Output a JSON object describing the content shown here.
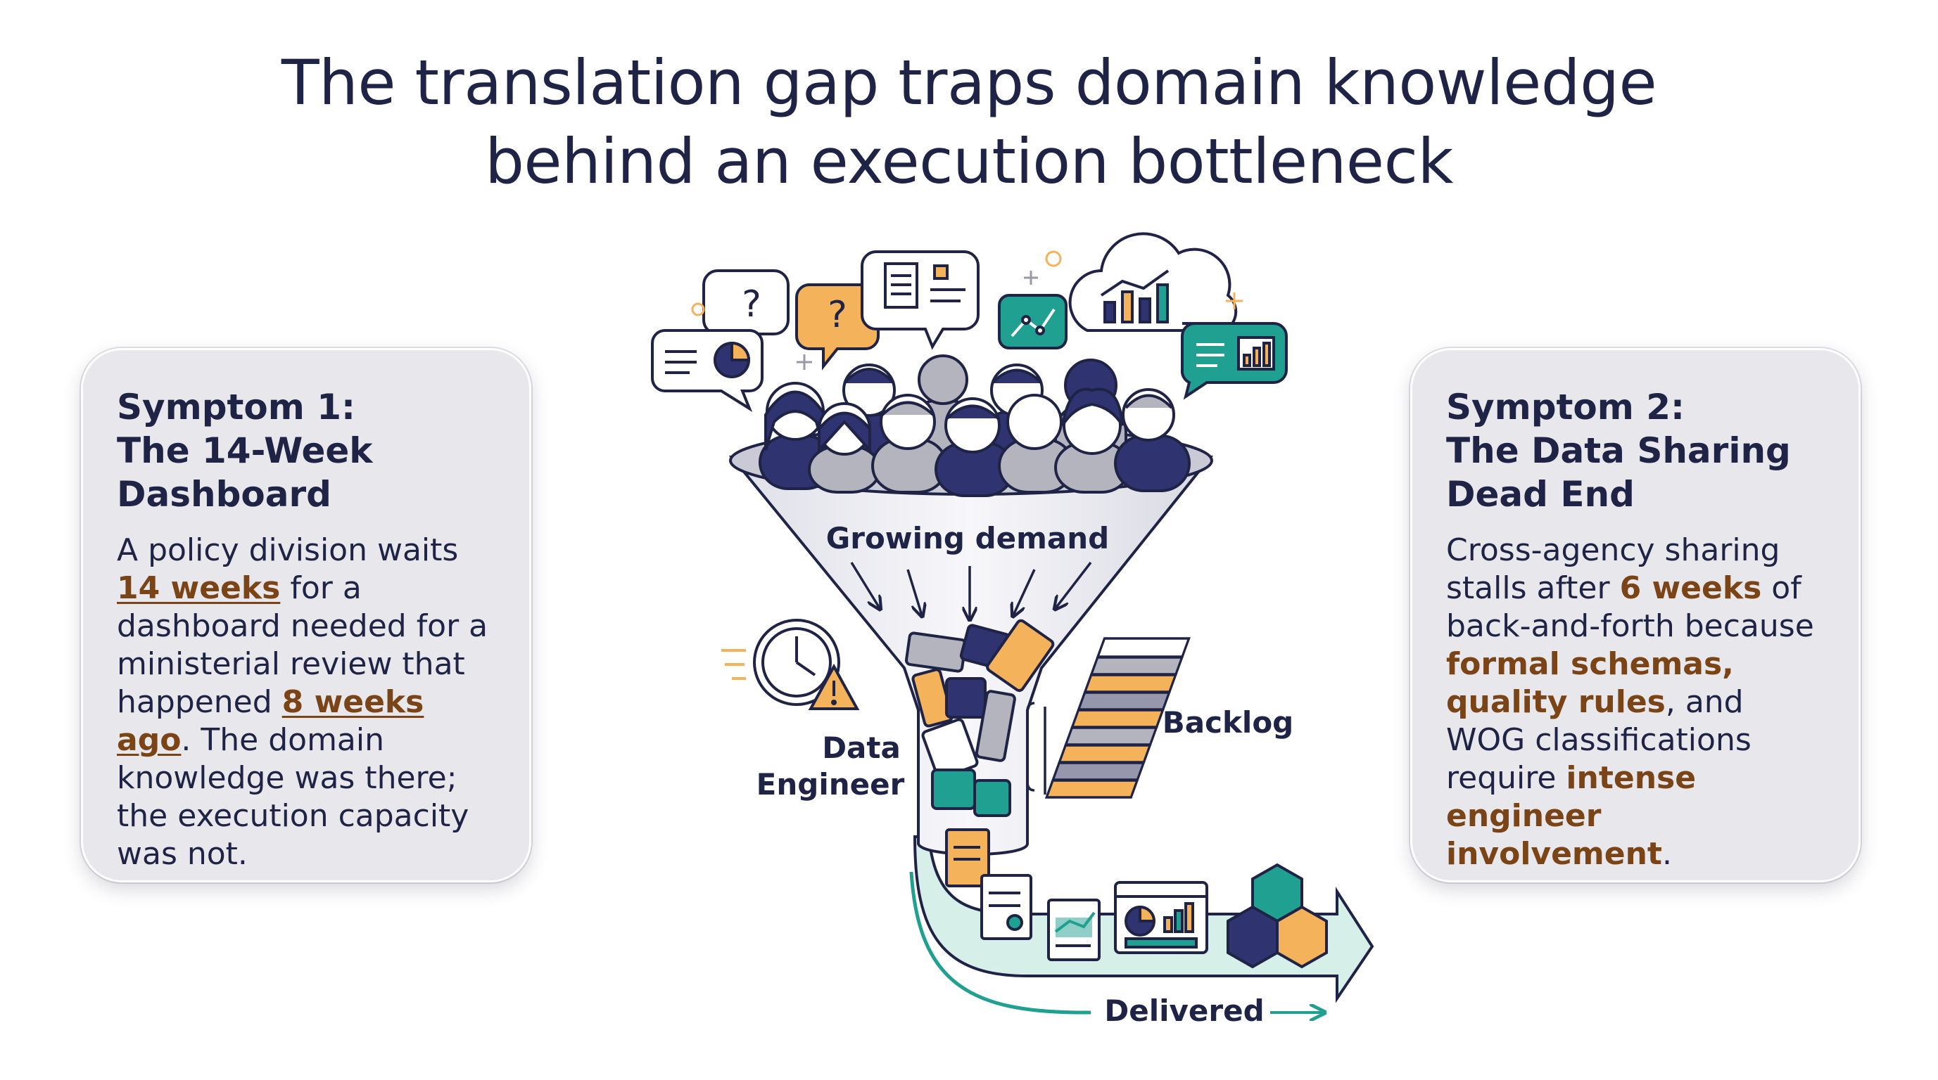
{
  "title": {
    "line1": "The translation gap traps domain knowledge",
    "line2": "behind an execution bottleneck"
  },
  "symptom1": {
    "heading_line1": "Symptom 1:",
    "heading_line2": "The 14-Week",
    "heading_line3": "Dashboard",
    "text_a": "A policy division waits ",
    "hl_a": "14 weeks",
    "text_b": " for a dashboard needed for a ministerial review that happened ",
    "hl_b": "8 weeks ago",
    "text_c": ". The domain knowledge was there; the execution capacity was not."
  },
  "symptom2": {
    "heading_line1": "Symptom 2:",
    "heading_line2": "The Data Sharing",
    "heading_line3": "Dead End",
    "text_a": "Cross-agency sharing stalls after ",
    "hl_a": "6 weeks",
    "text_b": " of back-and-forth because ",
    "hl_b": "formal schemas, quality rules",
    "text_c": ", and WOG classifications require ",
    "hl_c": "intense engineer involvement",
    "text_d": "."
  },
  "diagram": {
    "label_demand": "Growing demand",
    "label_engineer_line1": "Data",
    "label_engineer_line2": "Engineer",
    "label_backlog": "Backlog",
    "label_delivered": "Delivered",
    "colors": {
      "navy": "#2f3470",
      "orange": "#f4b25a",
      "teal": "#1fa090",
      "gray": "#b4b4bf",
      "ink": "#1f2345"
    },
    "icons": [
      "question-bubble-icon",
      "chart-bubble-icon",
      "document-bubble-icon",
      "cloud-chart-icon",
      "clock-icon",
      "warning-icon",
      "people-crowd-icon",
      "funnel-icon",
      "paper-stack-icon",
      "cube-stack-icon",
      "dashboard-icon"
    ]
  }
}
